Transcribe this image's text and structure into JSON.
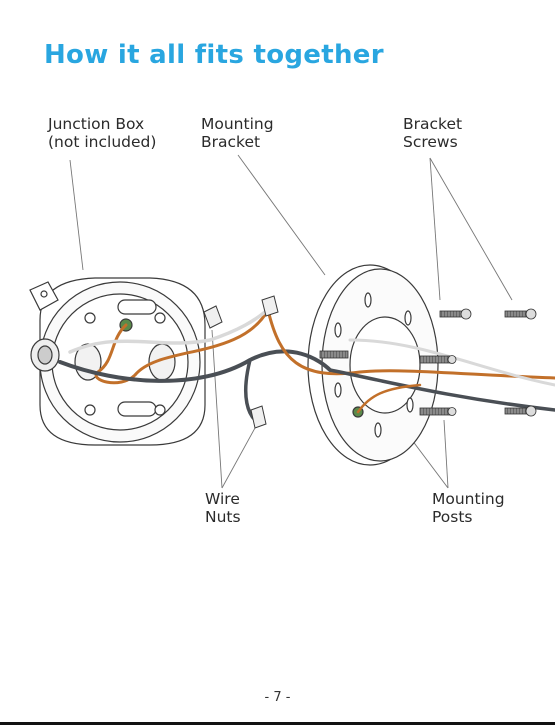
{
  "title": "How it all fits together",
  "labels": {
    "junction_box": [
      "Junction Box",
      "(not included)"
    ],
    "mounting_bracket": [
      "Mounting",
      "Bracket"
    ],
    "bracket_screws": [
      "Bracket",
      "Screws"
    ],
    "wire_nuts": [
      "Wire",
      "Nuts"
    ],
    "mounting_posts": [
      "Mounting",
      "Posts"
    ]
  },
  "page_number": "- 7 -",
  "colors": {
    "title": "#29a6e0",
    "wire_copper": "#c2702a",
    "wire_black": "#4a4f55",
    "wire_white": "#d9d9d9",
    "outline": "#3a3a3a"
  }
}
